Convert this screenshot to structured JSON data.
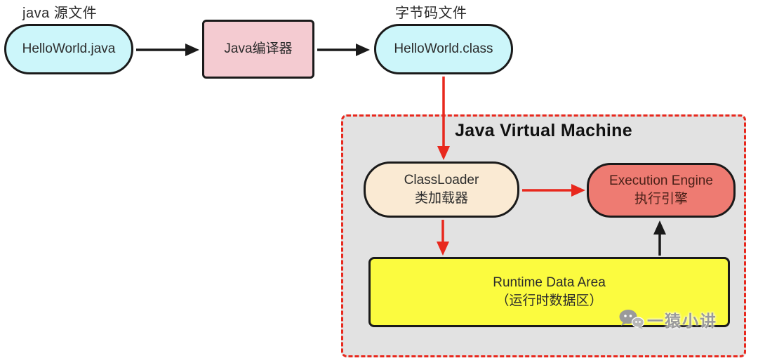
{
  "labels": {
    "source_file": "java 源文件",
    "bytecode_file": "字节码文件"
  },
  "nodes": {
    "source": {
      "label": "HelloWorld.java"
    },
    "compiler": {
      "label": "Java编译器"
    },
    "classfile": {
      "label": "HelloWorld.class"
    },
    "classloader": {
      "line1": "ClassLoader",
      "line2": "类加载器"
    },
    "execution_engine": {
      "line1": "Execution Engine",
      "line2": "执行引擎"
    },
    "runtime_data_area": {
      "line1": "Runtime Data Area",
      "line2": "（运行时数据区）"
    }
  },
  "jvm": {
    "title": "Java Virtual Machine"
  },
  "watermark": {
    "text": "一猿小讲"
  },
  "diagram_flow": [
    "HelloWorld.java -> Java编译器",
    "Java编译器 -> HelloWorld.class",
    "HelloWorld.class -> ClassLoader",
    "ClassLoader -> Execution Engine",
    "ClassLoader -> Runtime Data Area",
    "Runtime Data Area -> Execution Engine"
  ],
  "colors": {
    "cyan_node": "#ccf6fa",
    "pink_node": "#f4cbd1",
    "tan_node": "#faead3",
    "red_node": "#ee7b72",
    "yellow_node": "#fbfb3f",
    "jvm_background": "#e2e2e2",
    "jvm_border": "#e8281d",
    "red_arrow": "#e8281d",
    "black_arrow": "#1a1a1a",
    "node_border": "#1a1a1a"
  }
}
